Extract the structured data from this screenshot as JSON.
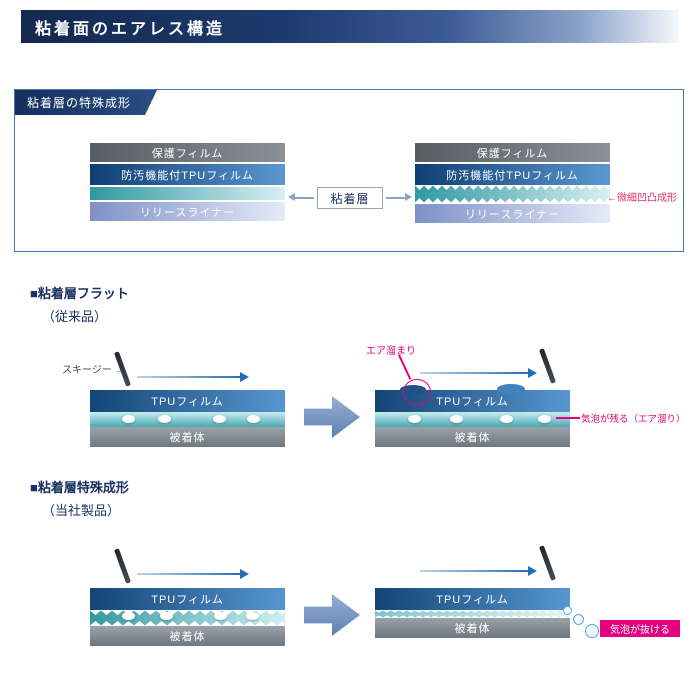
{
  "header": {
    "title": "粘着面のエアレス構造"
  },
  "structure_box": {
    "label": "粘着層の特殊成形",
    "center_label": "粘着層",
    "texture_annotation": "←微細凹凸成形",
    "left_stack": {
      "protect_film": "保護フィルム",
      "tpu_film": "防汚機能付TPUフィルム",
      "release_liner": "リリースライナー"
    },
    "right_stack": {
      "protect_film": "保護フィルム",
      "tpu_film": "防汚機能付TPUフィルム",
      "release_liner": "リリースライナー"
    }
  },
  "flat_section": {
    "heading": "■粘着層フラット",
    "subheading": "（従来品）",
    "squeegee_label": "スキージー →",
    "before": {
      "film": "TPUフィルム",
      "substrate": "被着体"
    },
    "after": {
      "film": "TPUフィルム",
      "substrate": "被着体",
      "air_pocket_label": "エア溜まり",
      "residual_note": "気泡が残る（エア溜り）"
    }
  },
  "special_section": {
    "heading": "■粘着層特殊成形",
    "subheading": "（当社製品）",
    "before": {
      "film": "TPUフィルム",
      "substrate": "被着体"
    },
    "after": {
      "film": "TPUフィルム",
      "substrate": "被着体",
      "escape_note": "気泡が抜ける"
    }
  },
  "colors": {
    "banner_navy": "#16305c",
    "box_border_blue": "#4576ad",
    "annotation_magenta": "#e4007f",
    "motion_arrow_blue": "#2a6cb3",
    "block_arrow_blue": "#7b97c4",
    "adhesive_teal": "#3a9fa8"
  }
}
